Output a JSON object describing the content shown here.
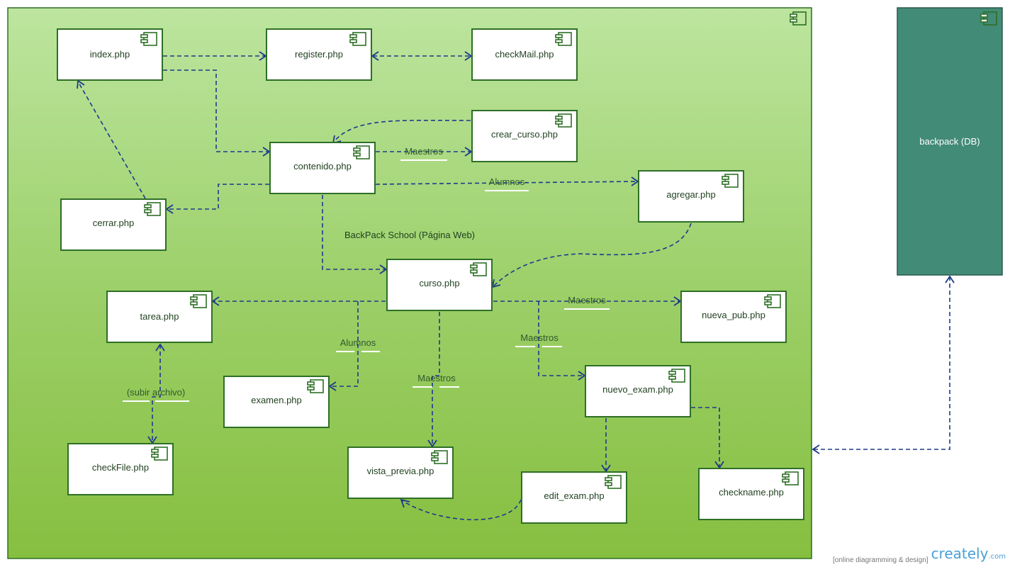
{
  "title": "BackPack School (Página Web)",
  "db_label": "backpack (DB)",
  "components": {
    "index": "index.php",
    "register": "register.php",
    "checkmail": "checkMail.php",
    "crear_curso": "crear_curso.php",
    "contenido": "contenido.php",
    "agregar": "agregar.php",
    "cerrar": "cerrar.php",
    "curso": "curso.php",
    "tarea": "tarea.php",
    "nueva_pub": "nueva_pub.php",
    "examen": "examen.php",
    "nuevo_exam": "nuevo_exam.php",
    "checkfile": "checkFile.php",
    "vista_previa": "vista_previa.php",
    "edit_exam": "edit_exam.php",
    "checkname": "checkname.php"
  },
  "edge_labels": {
    "maestros_crear": "Maestros",
    "alumnos_agregar": "Alumnos",
    "maestros_nueva_pub": "Maestros",
    "alumnos_examen": "Alumnos",
    "maestros_vista": "Maestros",
    "maestros_nuevo_exam": "Maestros",
    "subir_archivo": "(subir archivo)"
  },
  "watermark": {
    "tagline": "[online diagramming & design]",
    "brand": "creately",
    "brand_suffix": ".com"
  },
  "colors": {
    "gradient_top": "#b9e39a",
    "gradient_bottom": "#86bf40",
    "db_fill": "#428b77",
    "edge": "#1c3a8c"
  }
}
